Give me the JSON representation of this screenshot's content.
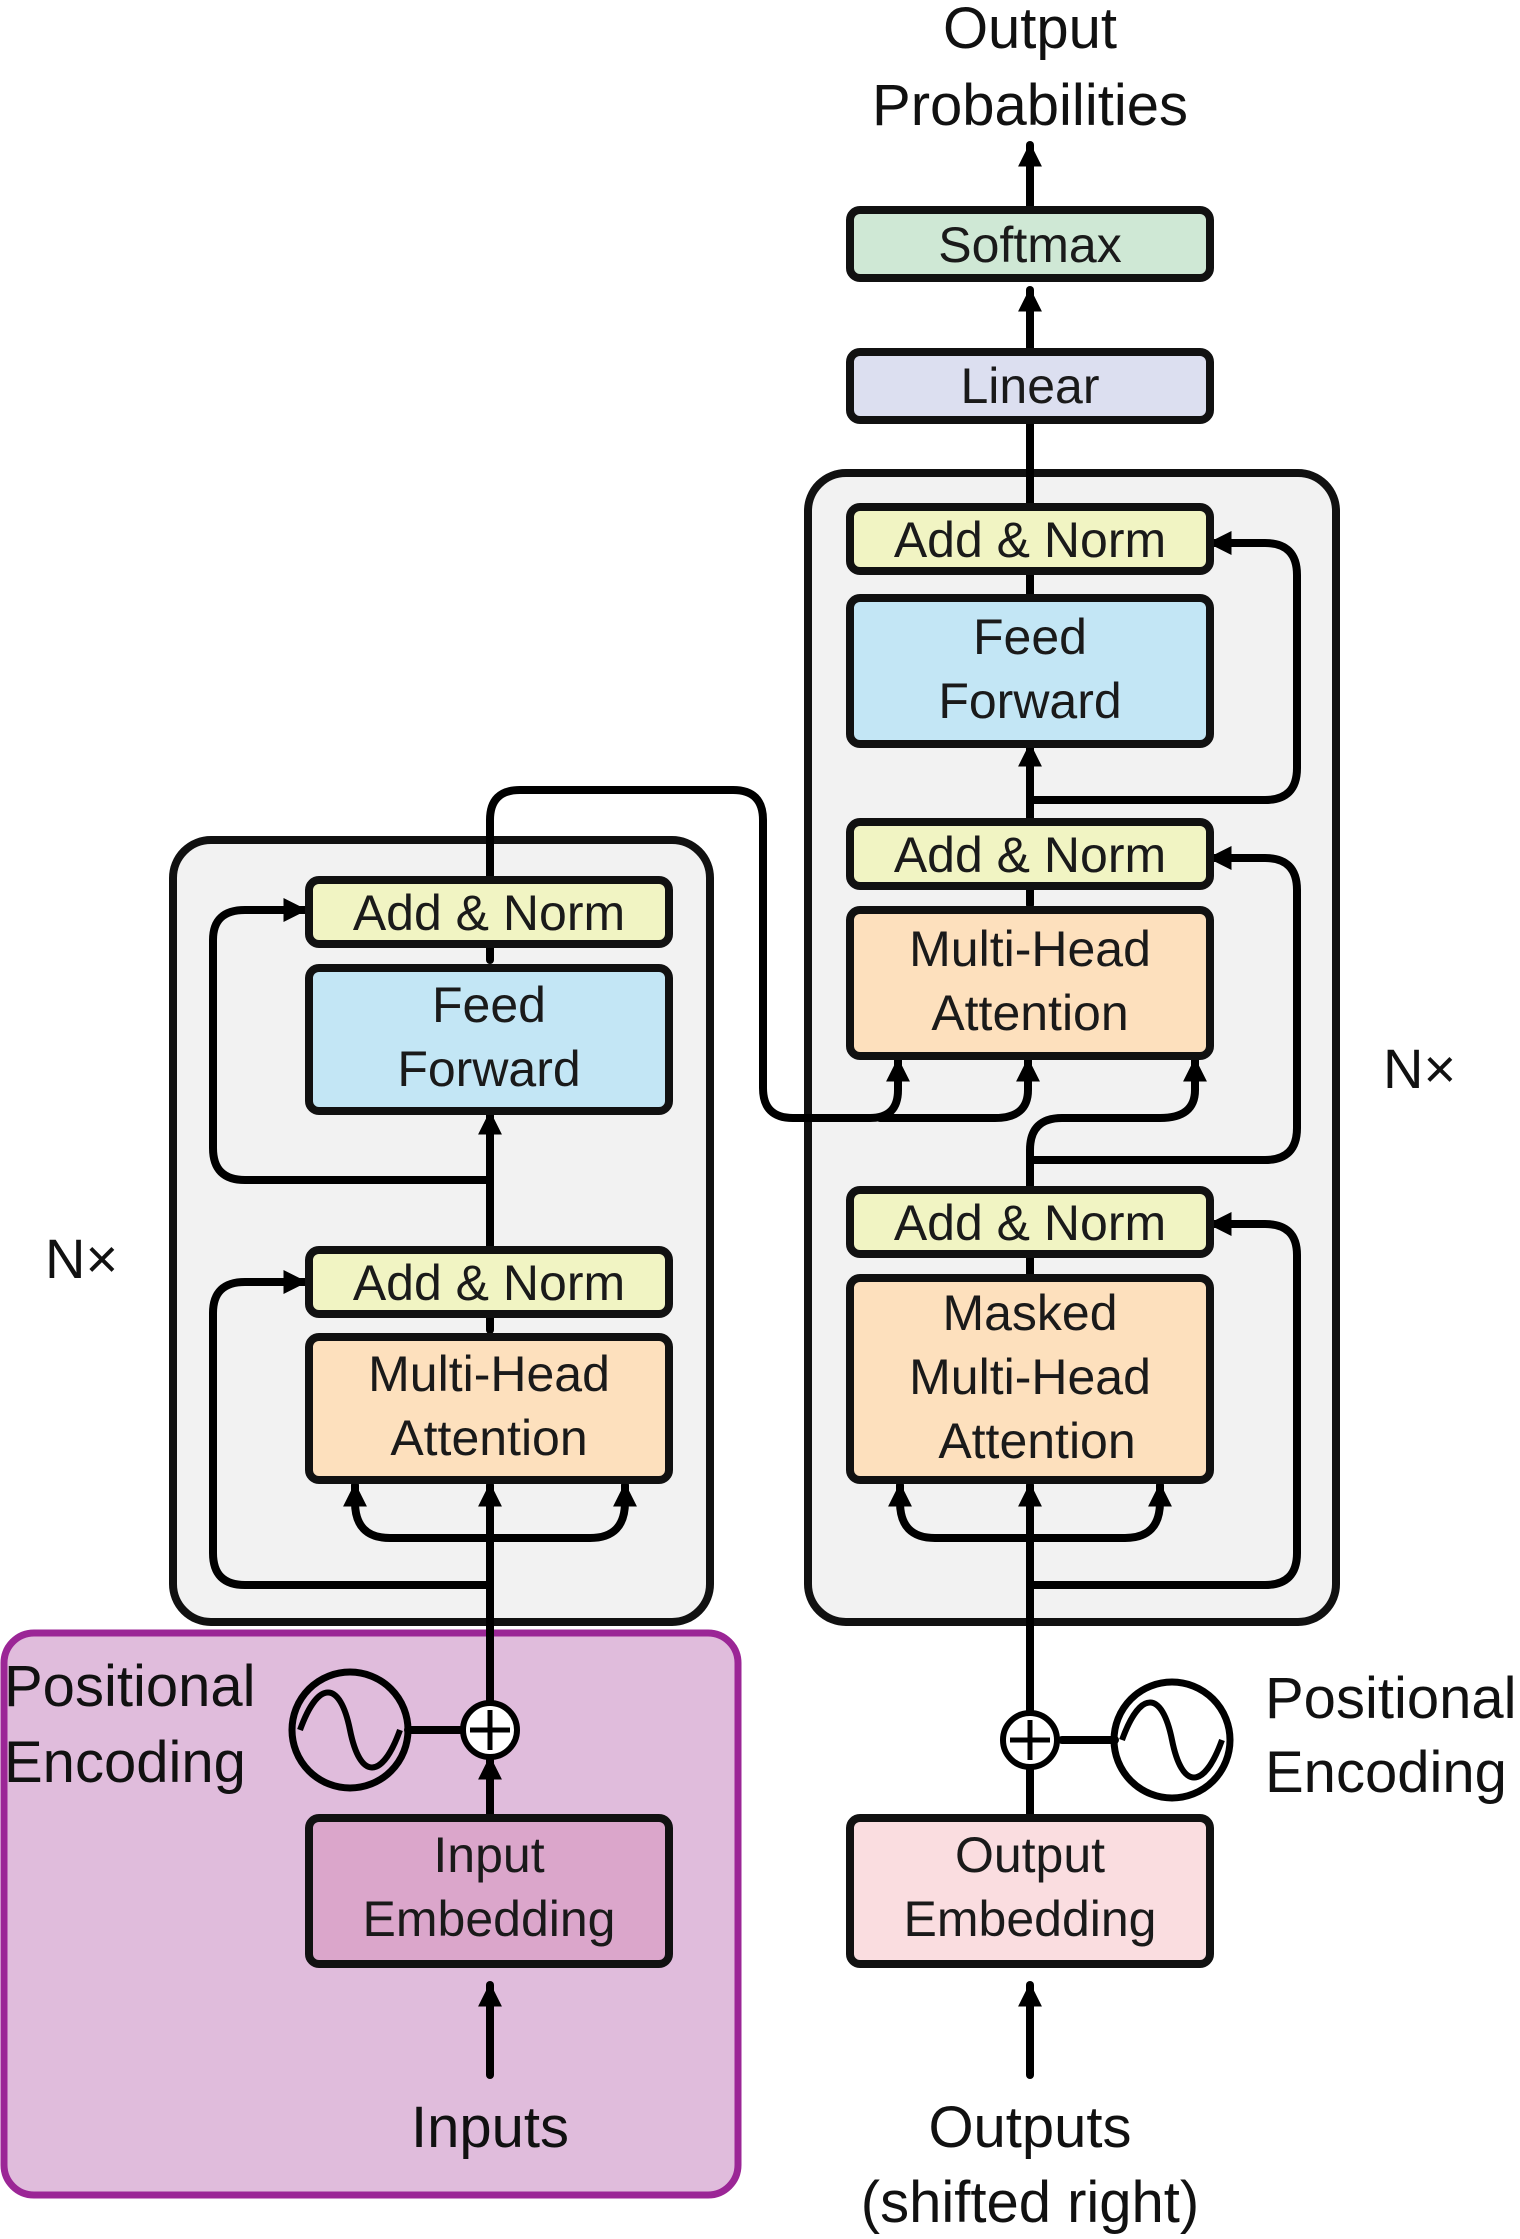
{
  "diagram": {
    "output_label_line1": "Output",
    "output_label_line2": "Probabilities",
    "inputs_label": "Inputs",
    "outputs_label_line1": "Outputs",
    "outputs_label_line2": "(shifted right)",
    "encoder_repeat": "N×",
    "decoder_repeat": "N×",
    "encoder_positional_line1": "Positional",
    "encoder_positional_line2": "Encoding",
    "decoder_positional_line1": "Positional",
    "decoder_positional_line2": "Encoding",
    "colors": {
      "highlight_fill": "#e0bcdc",
      "highlight_stroke": "#9b2696",
      "softmax": "#cfe8d5",
      "linear": "#dcdff0",
      "add_norm": "#f1f4c3",
      "feed_forward": "#c3e6f5",
      "attention": "#fde0bd",
      "input_embedding": "#dba6cb",
      "output_embedding": "#fadde0",
      "stack": "#f2f2f2"
    },
    "blocks": {
      "softmax": "Softmax",
      "linear": "Linear",
      "dec_add_norm_3": "Add & Norm",
      "dec_feed_forward_1": "Feed",
      "dec_feed_forward_2": "Forward",
      "dec_add_norm_2": "Add & Norm",
      "dec_cross_attention_1": "Multi-Head",
      "dec_cross_attention_2": "Attention",
      "dec_add_norm_1": "Add & Norm",
      "dec_masked_attention_1": "Masked",
      "dec_masked_attention_2": "Multi-Head",
      "dec_masked_attention_3": "Attention",
      "enc_add_norm_2": "Add & Norm",
      "enc_feed_forward_1": "Feed",
      "enc_feed_forward_2": "Forward",
      "enc_add_norm_1": "Add & Norm",
      "enc_attention_1": "Multi-Head",
      "enc_attention_2": "Attention",
      "input_embedding_1": "Input",
      "input_embedding_2": "Embedding",
      "output_embedding_1": "Output",
      "output_embedding_2": "Embedding"
    }
  }
}
